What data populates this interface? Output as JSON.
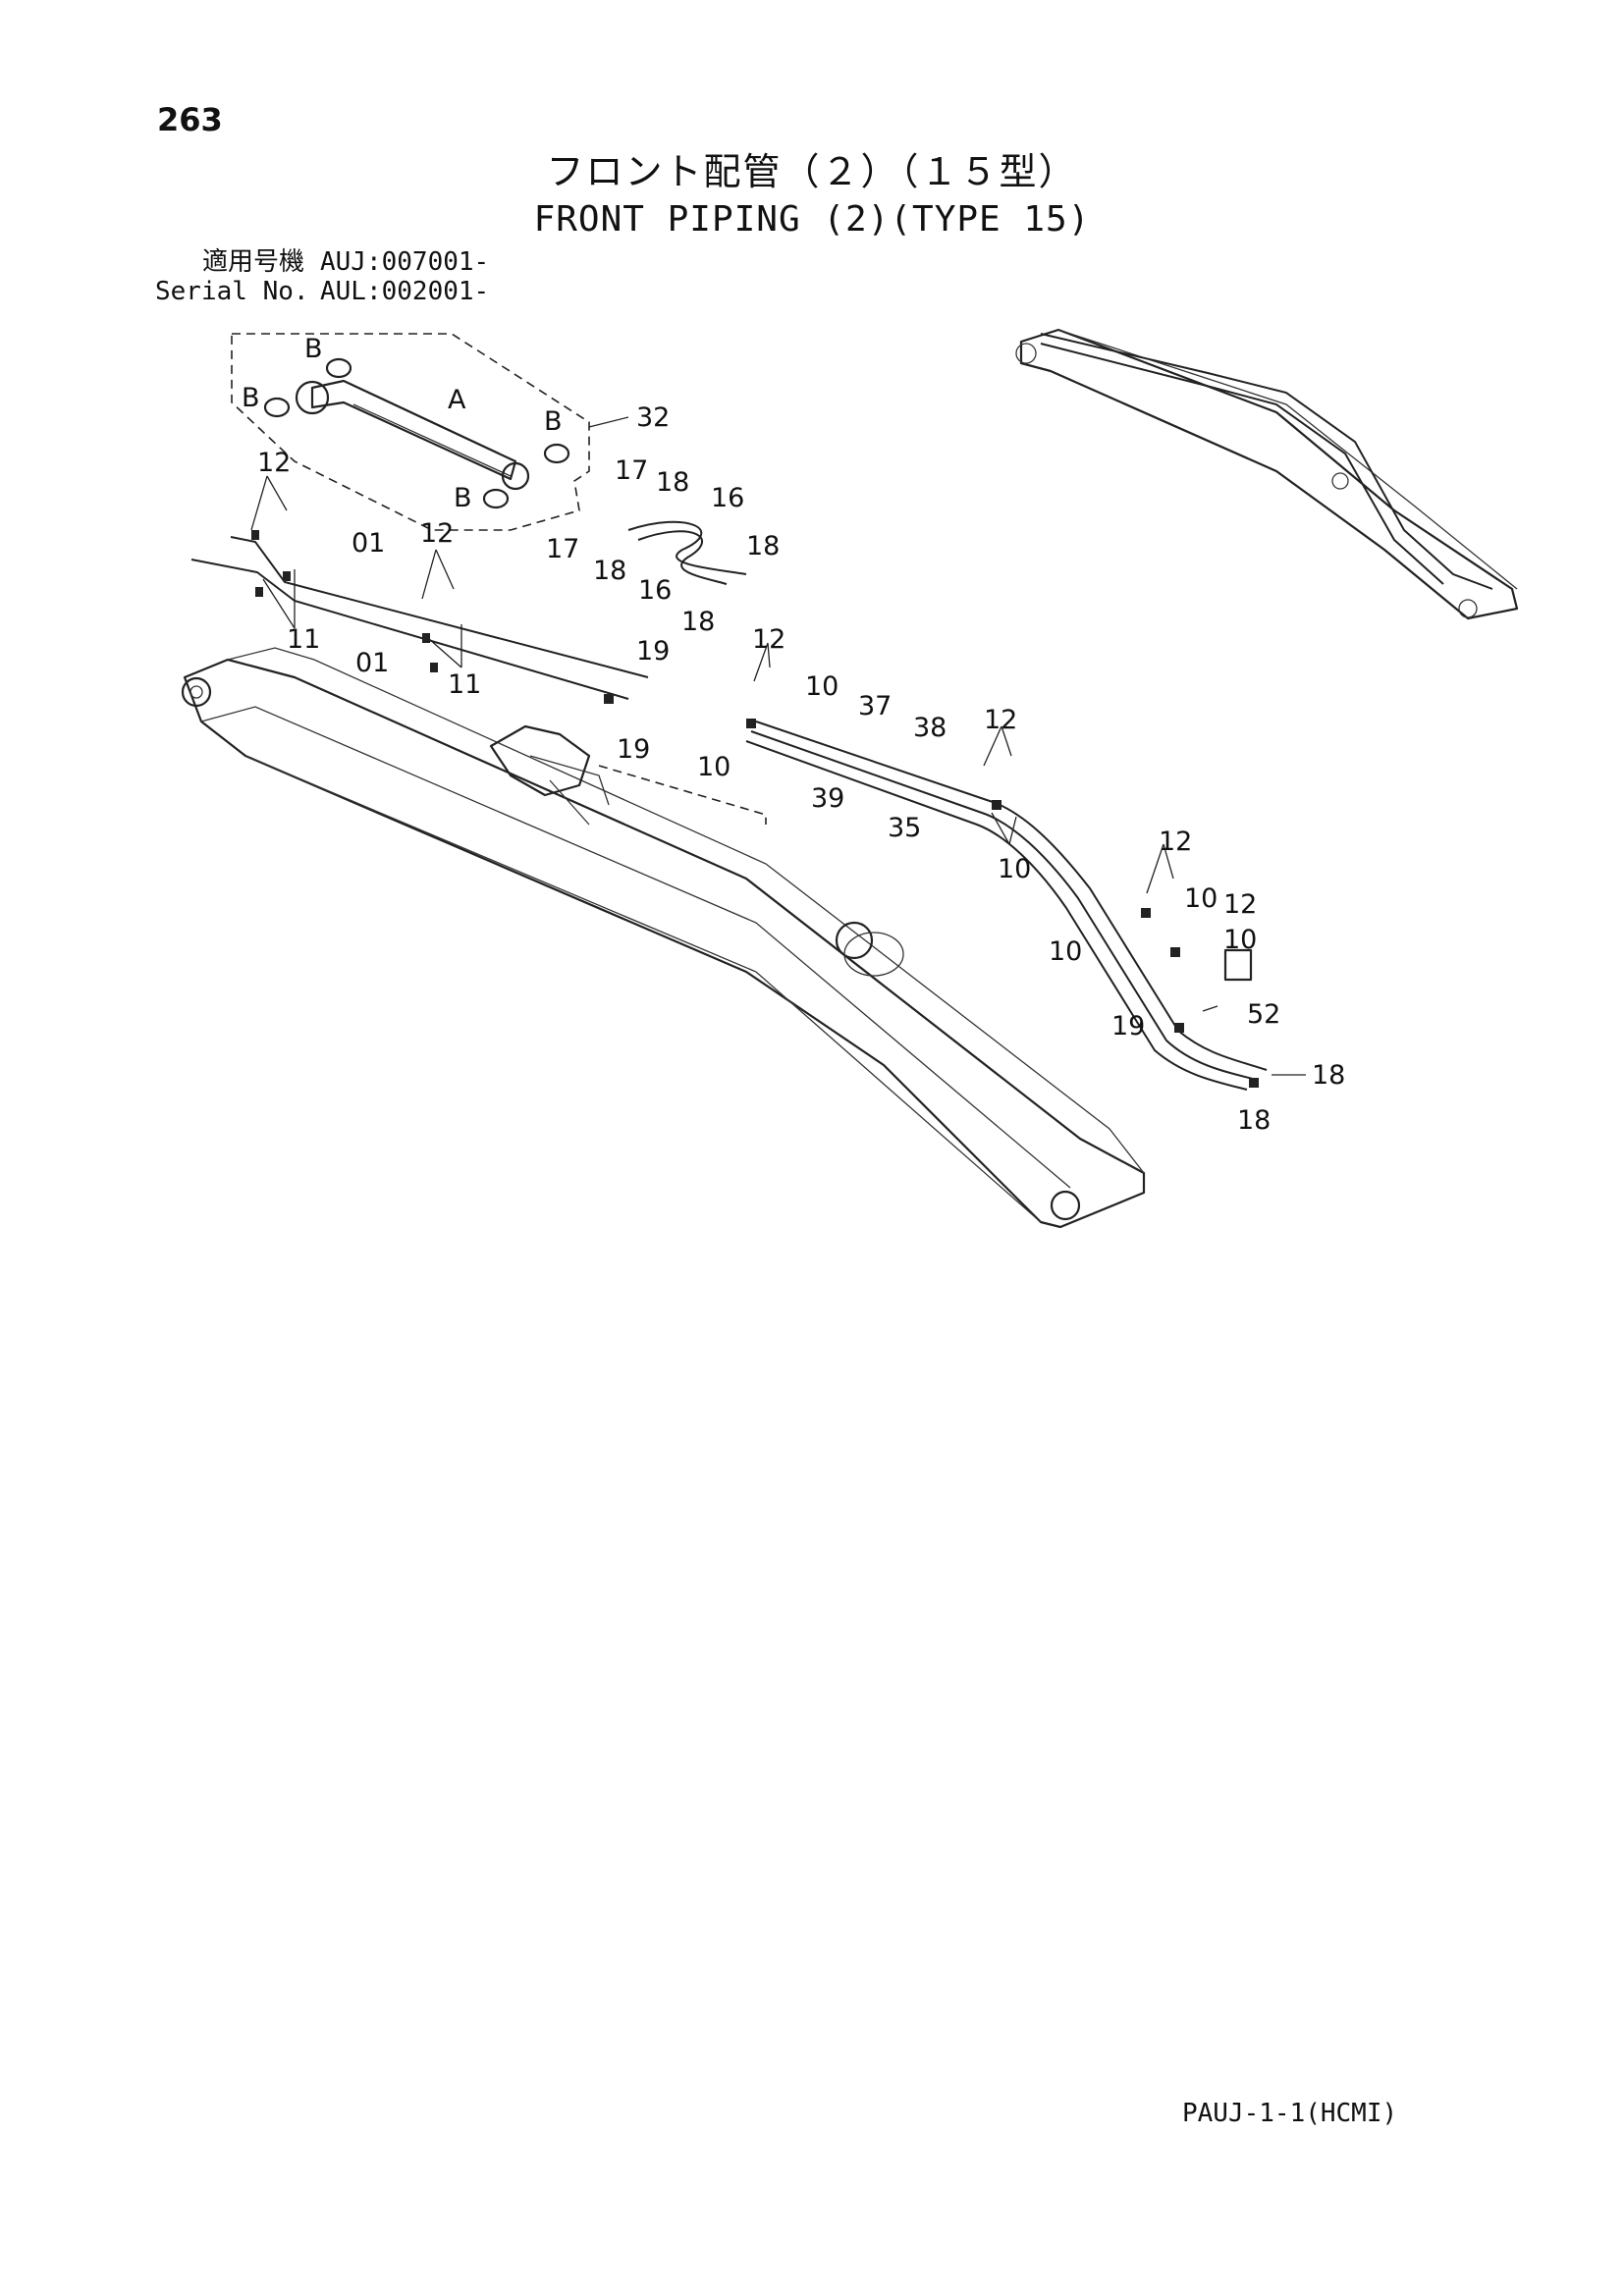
{
  "page_number": "263",
  "title_ja": "フロント配管（２）（１５型）",
  "title_en": "FRONT PIPING (2)(TYPE 15)",
  "serial": {
    "ja_label": "適用号機",
    "ja_value": "AUJ:007001-",
    "en_label": "Serial No.",
    "en_value": "AUL:002001-"
  },
  "footer_code": "PAUJ-1-1(HCMI)",
  "callouts": {
    "c32": "32",
    "cA": "A",
    "cB1": "B",
    "cB2": "B",
    "cB3": "B",
    "cB4": "B",
    "c12a": "12",
    "c12b": "12",
    "c12c": "12",
    "c12d": "12",
    "c12e": "12",
    "c12f": "12",
    "c01a": "01",
    "c01b": "01",
    "c11a": "11",
    "c11b": "11",
    "c17a": "17",
    "c17b": "17",
    "c18a": "18",
    "c18b": "18",
    "c18c": "18",
    "c18d": "18",
    "c18e": "18",
    "c18f": "18",
    "c16a": "16",
    "c16b": "16",
    "c19a": "19",
    "c19b": "19",
    "c19c": "19",
    "c10a": "10",
    "c10b": "10",
    "c10c": "10",
    "c10d": "10",
    "c10e": "10",
    "c10f": "10",
    "c37": "37",
    "c38": "38",
    "c39": "39",
    "c35": "35",
    "c52": "52"
  },
  "icons": {
    "part_marker": "hose-clamp-icon"
  }
}
